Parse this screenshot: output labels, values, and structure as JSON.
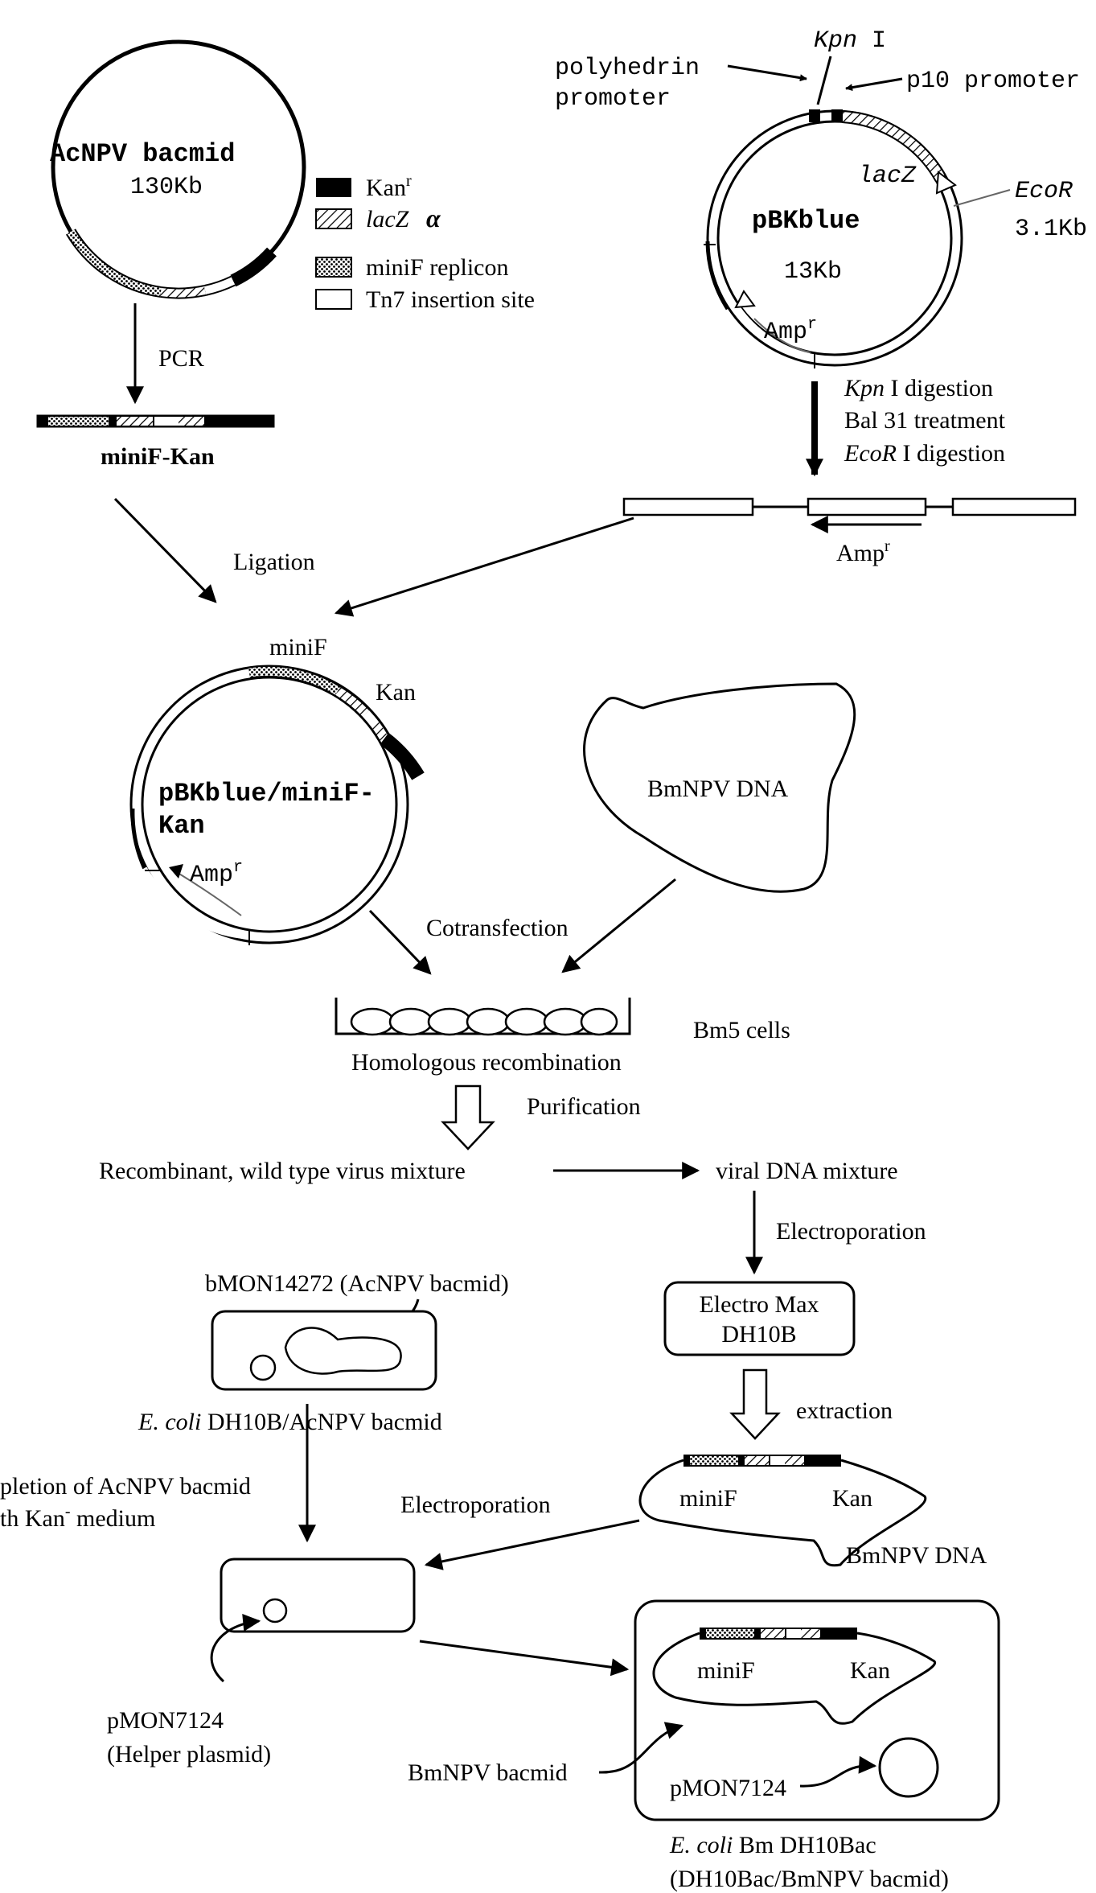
{
  "labels": {
    "acnpv_name": "AcNPV bacmid",
    "acnpv_size": "130Kb",
    "legend_kan": "Kan",
    "legend_kan_sup": "r",
    "legend_lacz": "lacZ",
    "legend_alpha": "α",
    "legend_minif": "miniF replicon",
    "legend_tn7": "Tn7 insertion site",
    "pcr": "PCR",
    "minif_kan": "miniF-Kan",
    "polyhedrin_1": "polyhedrin",
    "polyhedrin_2": "promoter",
    "kpn_site": "Kpn",
    "kpn_site_suffix": " I",
    "p10": "p10 promoter",
    "lacz_plasmid": "lacZ",
    "ecor_site": "EcoR",
    "size_3_1": "3.1Kb",
    "pbkblue": "pBKblue",
    "pbkblue_size": "13Kb",
    "amp_top": "Amp",
    "amp_top_sup": "r",
    "step_kpn": "Kpn",
    "step_kpn_suffix": " I digestion",
    "step_bal31": "Bal 31 treatment",
    "step_ecor": "EcoR",
    "step_ecor_suffix": " I digestion",
    "amp_fragment": "Amp",
    "amp_fragment_sup": "r",
    "ligation": "Ligation",
    "minif_top": "miniF",
    "kan_ring": "Kan",
    "pbk_minif_1": "pBKblue/miniF-",
    "pbk_minif_2": "Kan",
    "amp_ring": "Amp",
    "amp_ring_sup": "r",
    "bmnpv_dna_1": "BmNPV  DNA",
    "cotransfection": "Cotransfection",
    "bm5": "Bm5 cells",
    "homologous": "Homologous recombination",
    "purification": "Purification",
    "mixture": "Recombinant, wild type virus mixture",
    "viral_mixture": "viral DNA mixture",
    "electroporation_1": "Electroporation",
    "electromax_1": "Electro Max",
    "electromax_2": "DH10B",
    "bmon": "bMON14272 (AcNPV bacmid)",
    "ecoli": "E. coli",
    "ecoli_suffix": "  DH10B/AcNPV bacmid",
    "extraction": "extraction",
    "depletion_1": "pletion of AcNPV bacmid",
    "depletion_2a": "th Kan",
    "depletion_2sup": "-",
    "depletion_2b": " medium",
    "electroporation_2": "Electroporation",
    "minif_lobe1": "miniF",
    "kan_lobe1": "Kan",
    "bmnpv_dna_2": "BmNPV  DNA",
    "pmon_1": "pMON7124",
    "pmon_2": "(Helper plasmid)",
    "minif_lobe2": "miniF",
    "kan_lobe2": "Kan",
    "bmnpv_bacmid": "BmNPV bacmid",
    "pmon_inner": "pMON7124",
    "final_1a": "E. coli",
    "final_1b": " Bm DH10Bac",
    "final_2": "(DH10Bac/BmNPV bacmid)"
  }
}
